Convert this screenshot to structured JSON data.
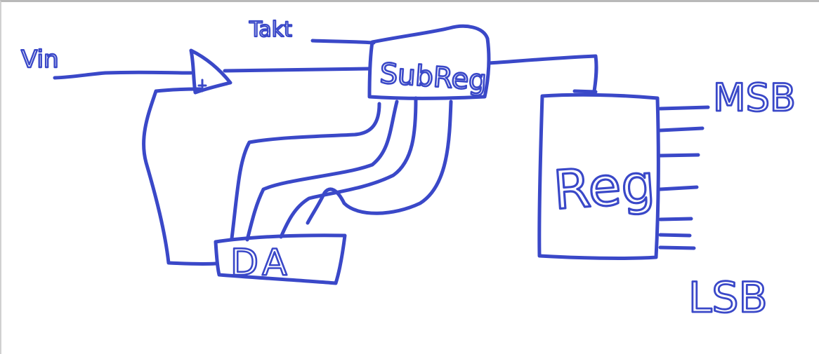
{
  "colors": {
    "ink": "#3a48c8",
    "background": "#ffffff"
  },
  "labels": {
    "vin": "Vin",
    "takt": "Takt",
    "sub_reg": "SubReg",
    "da": "DA",
    "reg": "Reg",
    "msb": "MSB",
    "lsb": "LSB"
  }
}
